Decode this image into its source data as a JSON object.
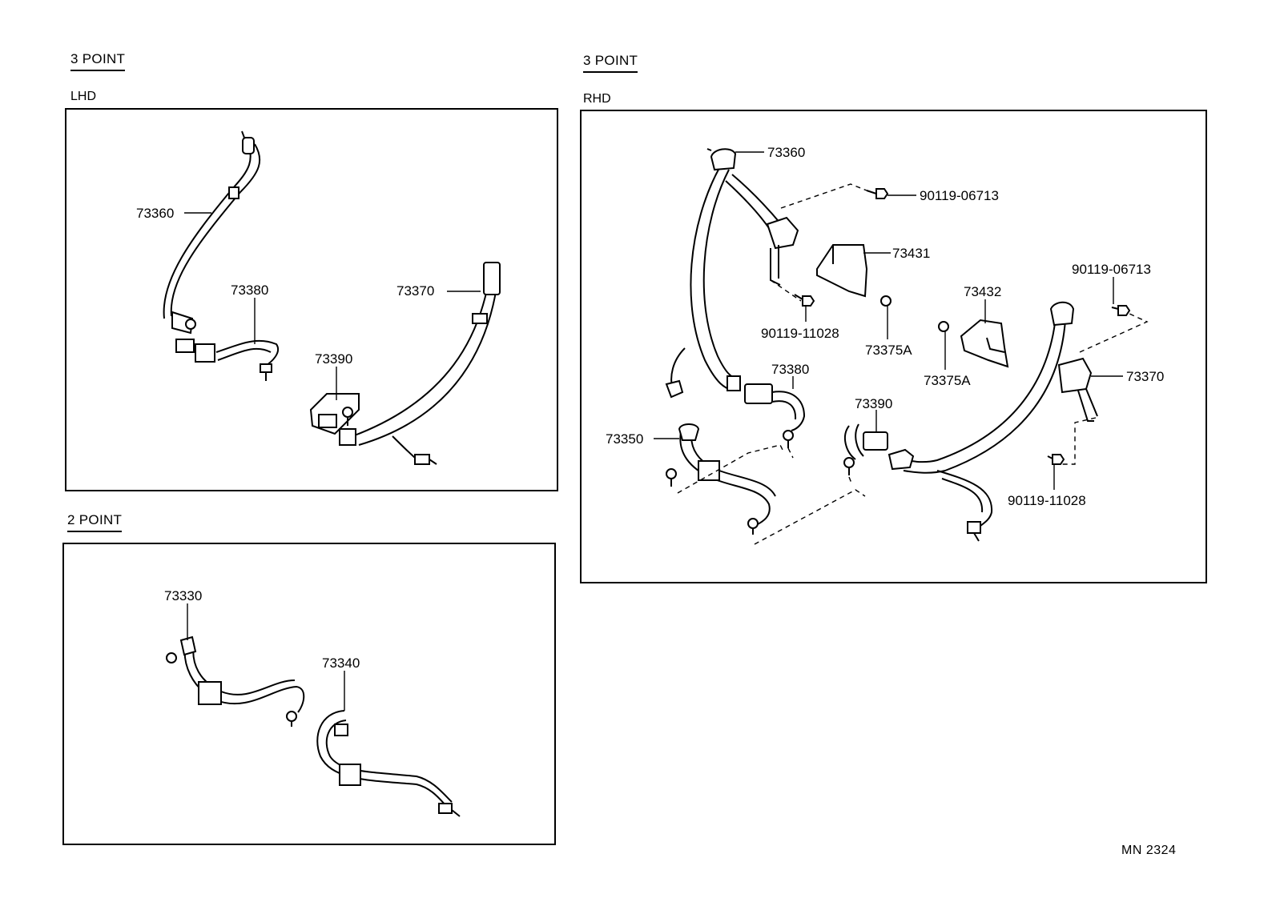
{
  "sections": {
    "lhd_3point": {
      "heading": "3 POINT",
      "subheading": "LHD"
    },
    "two_point": {
      "heading": "2 POINT"
    },
    "rhd_3point": {
      "heading": "3 POINT",
      "subheading": "RHD"
    }
  },
  "labels": {
    "lhd": {
      "p73360": "73360",
      "p73380": "73380",
      "p73370": "73370",
      "p73390": "73390"
    },
    "two": {
      "p73330": "73330",
      "p73340": "73340"
    },
    "rhd": {
      "p73360": "73360",
      "p90119_06713_a": "90119-06713",
      "p73431": "73431",
      "p90119_11028_a": "90119-11028",
      "p73375A_a": "73375A",
      "p73432": "73432",
      "p90119_06713_b": "90119-06713",
      "p73375A_b": "73375A",
      "p73370": "73370",
      "p73380": "73380",
      "p73390": "73390",
      "p73350": "73350",
      "p90119_11028_b": "90119-11028"
    }
  },
  "drawing_code": "MN 2324"
}
